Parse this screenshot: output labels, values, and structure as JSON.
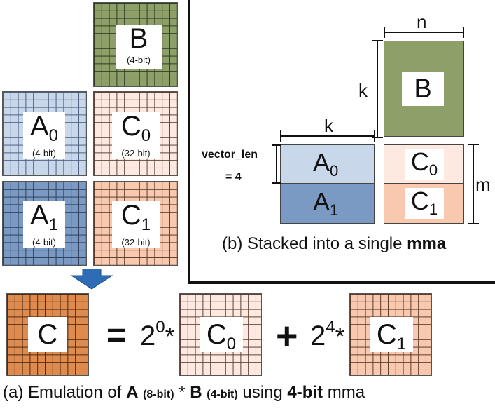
{
  "left": {
    "B": {
      "letter": "B",
      "note": "(4-bit)"
    },
    "A0": {
      "letter": "A",
      "sub": "0",
      "note": "(4-bit)"
    },
    "C0": {
      "letter": "C",
      "sub": "0",
      "note": "(32-bit)"
    },
    "A1": {
      "letter": "A",
      "sub": "1",
      "note": "(4-bit)"
    },
    "C1": {
      "letter": "C",
      "sub": "1",
      "note": "(32-bit)"
    }
  },
  "right": {
    "B": "B",
    "A0": {
      "letter": "A",
      "sub": "0"
    },
    "A1": {
      "letter": "A",
      "sub": "1"
    },
    "C0": {
      "letter": "C",
      "sub": "0"
    },
    "C1": {
      "letter": "C",
      "sub": "1"
    },
    "dim_n": "n",
    "dim_k_vertical": "k",
    "dim_k_horizontal": "k",
    "dim_m": "m",
    "vector_len_line1": "vector_len",
    "vector_len_line2": "= 4",
    "caption_prefix": "(b) Stacked into a single ",
    "caption_bold": "mma"
  },
  "equation": {
    "C": "C",
    "equals": "=",
    "coef1_base": "2",
    "coef1_exp": "0",
    "times": "*",
    "C0": {
      "letter": "C",
      "sub": "0"
    },
    "plus": "+",
    "coef2_base": "2",
    "coef2_exp": "4",
    "C1": {
      "letter": "C",
      "sub": "1"
    }
  },
  "caption_a": {
    "prefix": "(a) Emulation of ",
    "A": "A",
    "A_note": "(8-bit)",
    "mid": " * ",
    "B": "B",
    "B_note": "(4-bit)",
    "using": " using ",
    "bits": "4-bit",
    "suffix": " mma"
  },
  "colors": {
    "green": "#8da06a",
    "blue_light": "#c9d7ea",
    "blue_dark": "#7b9ac3",
    "peach_light": "#fde9df",
    "peach": "#f8c9ae",
    "orange": "#e08b4e",
    "arrow": "#2e6db5"
  }
}
